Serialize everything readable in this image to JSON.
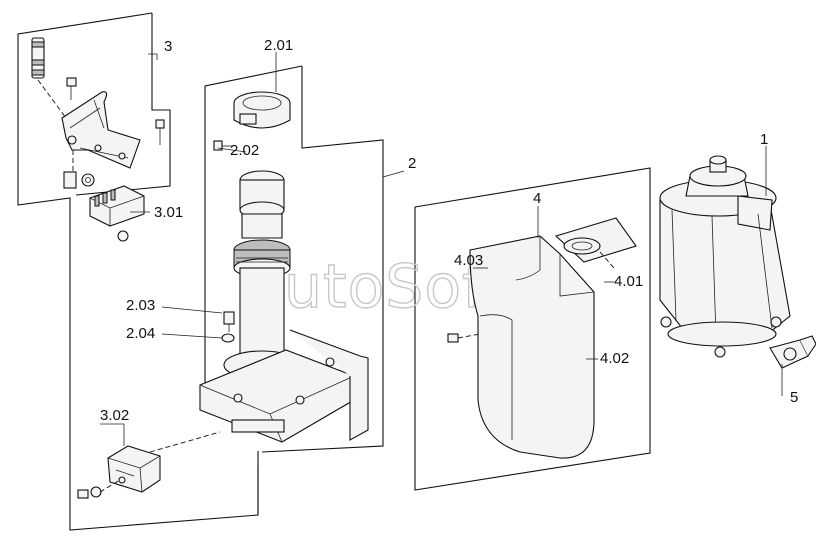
{
  "watermark": "AutoSoft",
  "labels": {
    "l1": "1",
    "l2": "2",
    "l201": "2.01",
    "l202": "2.02",
    "l203": "2.03",
    "l204": "2.04",
    "l3": "3",
    "l301": "3.01",
    "l302": "3.02",
    "l4": "4",
    "l401": "4.01",
    "l402": "4.02",
    "l403": "4.03",
    "l5": "5"
  }
}
